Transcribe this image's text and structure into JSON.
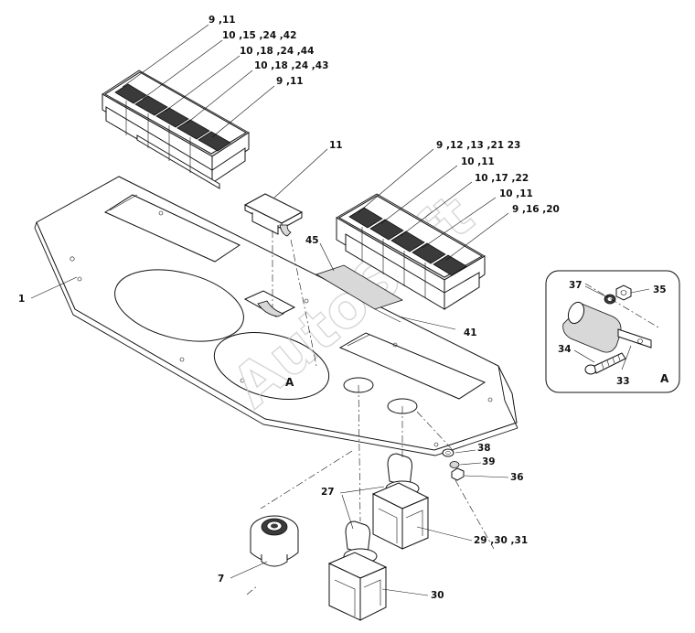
{
  "watermark": "AutoSoft",
  "detail_view_letter": "A",
  "detail_ref_letter": "A",
  "callouts": {
    "c1": "9 ,11",
    "c2": "10 ,15 ,24 ,42",
    "c3": "10 ,18 ,24 ,44",
    "c4": "10 ,18 ,24 ,43",
    "c5": "9 ,11",
    "c6": "11",
    "c7": "9 ,12 ,13 ,21  23",
    "c8": "10 ,11",
    "c9": "10 ,17 ,22",
    "c10": "10 ,11",
    "c11": "9 ,16 ,20",
    "c12": "45",
    "c13": "41",
    "c14": "1",
    "c15": "37",
    "c16": "35",
    "c17": "34",
    "c18": "33",
    "c19": "38",
    "c20": "39",
    "c21": "36",
    "c22": "27",
    "c23": "29 ,30 ,31",
    "c24": "7",
    "c25": "30"
  }
}
